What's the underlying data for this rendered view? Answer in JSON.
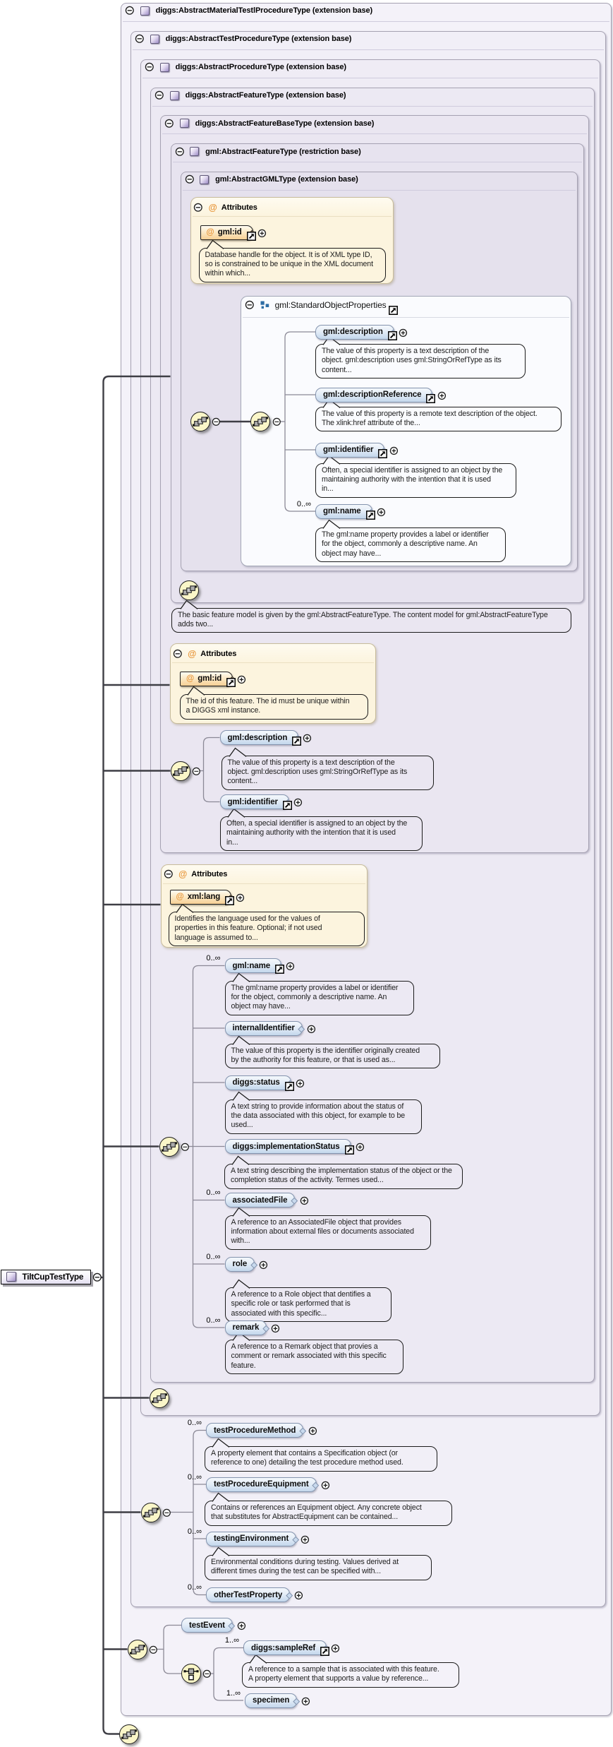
{
  "diagram": {
    "root": {
      "label": "TiltCupTestType"
    },
    "boxes": {
      "b1": {
        "title": "diggs:AbstractMaterialTestlProcedureType (extension base)"
      },
      "b2": {
        "title": "diggs:AbstractTestProcedureType (extension base)"
      },
      "b3": {
        "title": "diggs:AbstractProcedureType (extension base)"
      },
      "b4": {
        "title": "diggs:AbstractFeatureType (extension base)"
      },
      "b5": {
        "title": "diggs:AbstractFeatureBaseType (extension base)"
      },
      "b6": {
        "title": "gml:AbstractFeatureType (restriction base)"
      },
      "b7": {
        "title": "gml:AbstractGMLType (extension base)"
      }
    },
    "group": {
      "title": "gml:StandardObjectProperties"
    },
    "attr_sections": {
      "a1": {
        "title": "Attributes",
        "name": "gml:id",
        "doc": "Database handle for the object. It is of XML type ID,\nso is constrained to be unique in the XML document\nwithin which..."
      },
      "a2": {
        "title": "Attributes",
        "name": "gml:id",
        "doc": "The id of this feature. The id must be unique within\na DIGGS xml instance."
      },
      "a3": {
        "title": "Attributes",
        "name": "xml:lang",
        "doc": "Identifies the language used for the values of\nproperties in this feature. Optional; if not used\nlanguage is assumed to..."
      }
    },
    "notes": {
      "feature_model": "The basic feature model is given by the gml:AbstractFeatureType. The content model for gml:AbstractFeatureType\nadds two..."
    },
    "elements": {
      "g1": {
        "name": "gml:description",
        "card": "",
        "doc": "The value of this property is a text description of the\nobject. gml:description uses gml:StringOrRefType as its\ncontent..."
      },
      "g2": {
        "name": "gml:descriptionReference",
        "card": "",
        "doc": "The value of this property is a remote text description of the object.\nThe xlink:href attribute of the..."
      },
      "g3": {
        "name": "gml:identifier",
        "card": "",
        "doc": "Often, a special identifier is assigned to an object by the\nmaintaining authority with the intention that it is used\nin..."
      },
      "g4": {
        "name": "gml:name",
        "card": "0..∞",
        "doc": "The gml:name property provides a label or identifier\nfor the object, commonly a descriptive name. An\nobject may have..."
      },
      "f1": {
        "name": "gml:description",
        "card": "",
        "doc": "The value of this property is a text description of the\nobject. gml:description uses gml:StringOrRefType as its\ncontent..."
      },
      "f2": {
        "name": "gml:identifier",
        "card": "",
        "doc": "Often, a special identifier is assigned to an object by the\nmaintaining authority with the intention that it is used\nin..."
      },
      "p1": {
        "name": "gml:name",
        "card": "0..∞",
        "doc": "The gml:name property provides a label or identifier\nfor the object, commonly a descriptive name. An\nobject may have..."
      },
      "p2": {
        "name": "internalIdentifier",
        "card": "",
        "doc": "The value of this property is the identifier originally created\nby the authority for this feature, or that is used as..."
      },
      "p3": {
        "name": "diggs:status",
        "card": "",
        "doc": "A text string to provide information about the status of\nthe data associated with this object, for example to be\nused..."
      },
      "p4": {
        "name": "diggs:implementationStatus",
        "card": "",
        "doc": "A text string describing the implementation status of the object or the\ncompletion status of the activity. Termes used..."
      },
      "p5": {
        "name": "associatedFile",
        "card": "0..∞",
        "doc": "A reference to an AssociatedFile object that provides\ninformation about external files or documents associated\nwith..."
      },
      "p6": {
        "name": "role",
        "card": "0..∞",
        "doc": "A reference to a Role object that dentifies a\nspecific role or task performed that is\nassociated with this specific..."
      },
      "p7": {
        "name": "remark",
        "card": "0..∞",
        "doc": "A reference to a Remark object that provies a\ncomment or remark associated with this specific\nfeature."
      },
      "t1": {
        "name": "testProcedureMethod",
        "card": "0..∞",
        "doc": "A property element that contains a Specification object (or\nreference to one) detailing the test procedure method used."
      },
      "t2": {
        "name": "testProcedureEquipment",
        "card": "0..∞",
        "doc": "Contains or references an Equipment object. Any concrete object\nthat substitutes for AbstractEquipment can be contained..."
      },
      "t3": {
        "name": "testingEnvironment",
        "card": "0..∞",
        "doc": "Environmental conditions during testing. Values derived at\ndifferent times during the test can be specified with..."
      },
      "t4": {
        "name": "otherTestProperty",
        "card": "0..∞",
        "doc": ""
      },
      "m1": {
        "name": "testEvent",
        "card": "",
        "doc": ""
      },
      "m2": {
        "name": "diggs:sampleRef",
        "card": "1..∞",
        "doc": "A reference to a sample that is associated with this feature.\nA property element that supports a value by reference..."
      },
      "m3": {
        "name": "specimen",
        "card": "1..∞",
        "doc": ""
      }
    },
    "icons": {
      "at_glyph": "@"
    },
    "colors": {
      "compositor_fill": "#FAF6C8",
      "element_chip_fill": "#C3D7EC",
      "attribute_chip_fill": "#F7CF94",
      "attributes_box_fill": "#FCF4DE",
      "type_box_border": "#A6A2B2",
      "accent_at": "#E8973B"
    }
  }
}
